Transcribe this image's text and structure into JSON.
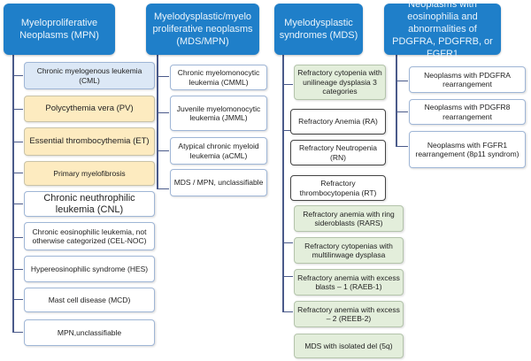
{
  "title": "Classification of myeloid neoplasms",
  "columns": [
    {
      "header": "Myeloproliferative Neoplasms (MPN)",
      "items": [
        "Chronic myelogenous leukemia (CML)",
        "Polycythemia vera (PV)",
        "Essential thrombocythemia (ET)",
        "Primary myelofibrosis",
        "Chronic neuthrophilic leukemia (CNL)",
        "Chronic eosinophilic leukemia, not otherwise categorized (CEL-NOC)",
        "Hypereosinophilic syndrome (HES)",
        "Mast cell disease (MCD)",
        "MPN,unclassifiable"
      ]
    },
    {
      "header": "Myelodysplastic/myelo proliferative neoplasms (MDS/MPN)",
      "items": [
        "Chronic myelomonocytic leukemia (CMML)",
        "Juvenile myelomonocytic leukemia (JMML)",
        "Atypical chronic myeloid leukemia (aCML)",
        "MDS / MPN, unclassifiable"
      ]
    },
    {
      "header": "Myelodysplastic syndromes (MDS)",
      "items": [
        "Refractory cytopenia with unilineage dysplasia 3 categories",
        "Refractory Anemia (RA)",
        "Refractory Neutropenia (RN)",
        "Refractory thrombocytopenia (RT)",
        "Refractory anemia with ring sideroblasts (RARS)",
        "Refractory cytopenias with multilinwage dysplasa",
        "Refractory anemia with excess blasts – 1 (RAEB-1)",
        "Refractory anemia with excess – 2 (REEB-2)",
        "MDS with isolated del (5q)"
      ]
    },
    {
      "header": "Neoplasms with eosinophilia and abnormalities of PDGFRA, PDGFRB, or FGFR1",
      "items": [
        "Neoplasms with PDGFRA rearrangement",
        "Neoplasms with PDGFR8 rearrangement",
        "Neoplasms with FGFR1 rearrangement (8p11 syndrom)"
      ]
    }
  ],
  "colors": {
    "header": "#1f7fc9",
    "cml": "#dce8f6",
    "mpn_classic": "#fdebc0",
    "mds_green": "#e3eedb"
  }
}
